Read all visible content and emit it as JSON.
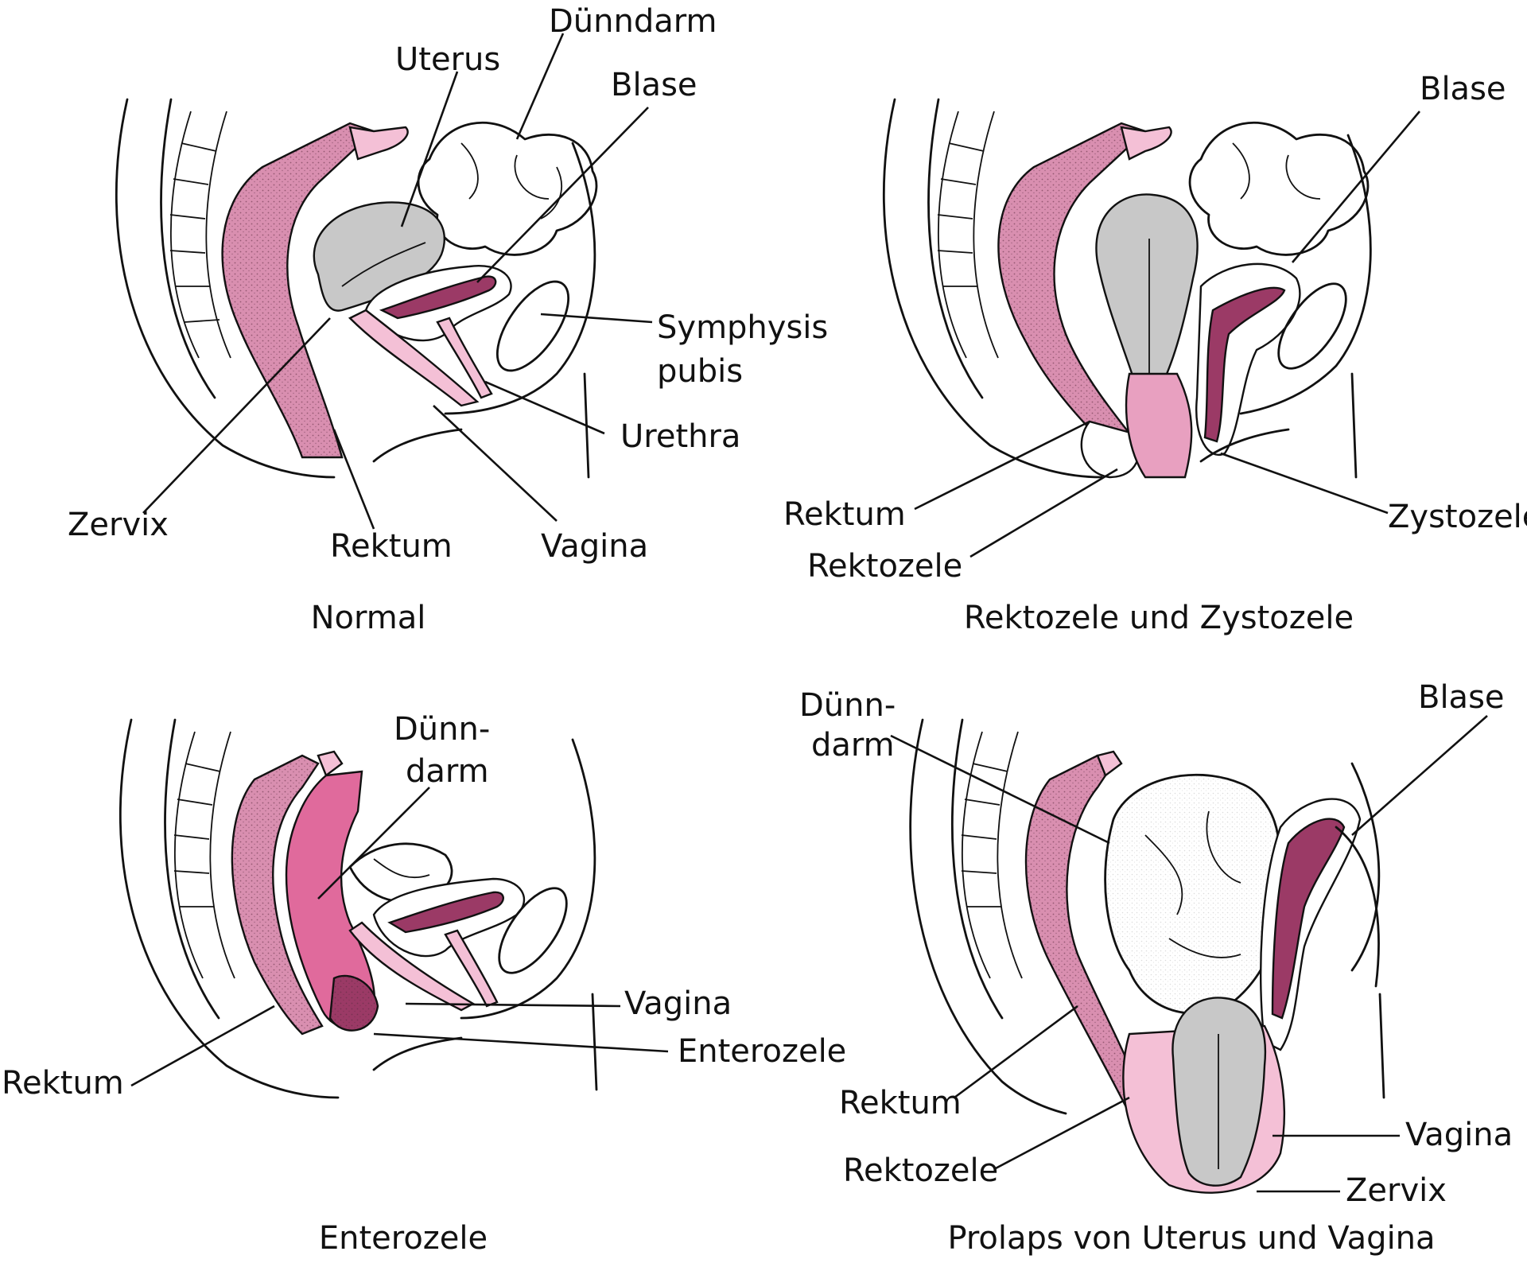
{
  "colors": {
    "rectum": "#d98fb0",
    "light_pink": "#f4c0d6",
    "deep_pink": "#e06a9c",
    "dark_tissue": "#9b3a66",
    "uterus_gray": "#c8c8c8",
    "lumen": "#7a2a50"
  },
  "panels": {
    "normal": {
      "caption": "Normal",
      "labels": {
        "duenndarm": "Dünndarm",
        "uterus": "Uterus",
        "blase": "Blase",
        "symphysis_1": "Symphysis",
        "symphysis_2": "pubis",
        "urethra": "Urethra",
        "zervix": "Zervix",
        "rektum": "Rektum",
        "vagina": "Vagina"
      }
    },
    "rektozele_zystozele": {
      "caption": "Rektozele und Zystozele",
      "labels": {
        "blase": "Blase",
        "rektum": "Rektum",
        "rektozele": "Rektozele",
        "zystozele": "Zystozele"
      }
    },
    "enterozele": {
      "caption": "Enterozele",
      "labels": {
        "duenn_1": "Dünn-",
        "duenn_2": "darm",
        "vagina": "Vagina",
        "enterozele": "Enterozele",
        "rektum": "Rektum"
      }
    },
    "prolaps": {
      "caption": "Prolaps von Uterus und Vagina",
      "labels": {
        "duenn_1": "Dünn-",
        "duenn_2": "darm",
        "blase": "Blase",
        "rektum": "Rektum",
        "rektozele": "Rektozele",
        "vagina": "Vagina",
        "zervix": "Zervix"
      }
    }
  }
}
